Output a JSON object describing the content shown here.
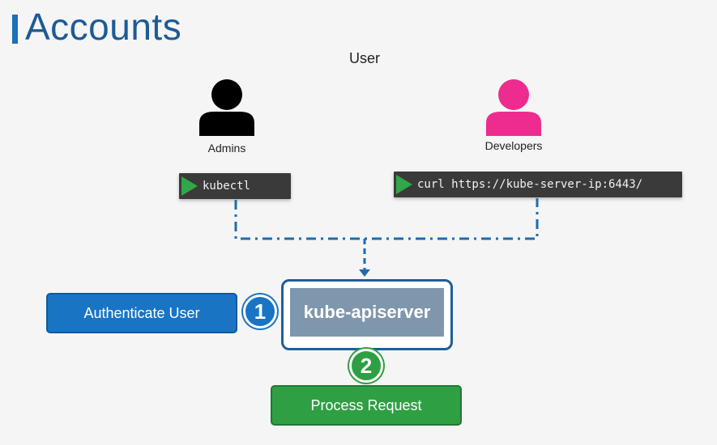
{
  "header": {
    "title": "Accounts"
  },
  "diagram": {
    "user_label": "User",
    "admins": {
      "label": "Admins",
      "color": "#000000"
    },
    "developers": {
      "label": "Developers",
      "color": "#ee2b8f"
    },
    "kubectl_cmd": "kubectl",
    "curl_cmd": "curl https://kube-server-ip:6443/",
    "apiserver_label": "kube-apiserver",
    "step1": {
      "number": "1",
      "label": "Authenticate User"
    },
    "step2": {
      "number": "2",
      "label": "Process Request"
    }
  }
}
